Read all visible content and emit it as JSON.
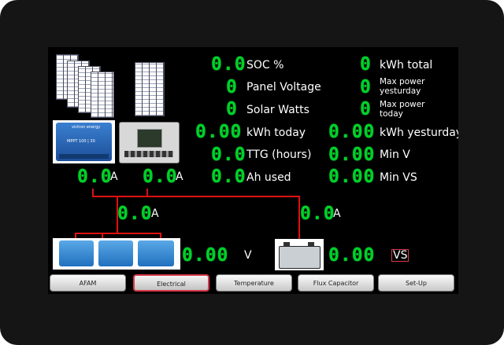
{
  "readouts": {
    "soc": {
      "value": "0.0",
      "label": "SOC %"
    },
    "panel_voltage": {
      "value": "0",
      "label": "Panel Voltage"
    },
    "solar_watts": {
      "value": "0",
      "label": "Solar Watts"
    },
    "kwh_today": {
      "value": "0.00",
      "label": "kWh today"
    },
    "ttg": {
      "value": "0.0",
      "label": "TTG (hours)"
    },
    "ah_used": {
      "value": "0.0",
      "label": "Ah used"
    },
    "kwh_total": {
      "value": "0",
      "label": "kWh total"
    },
    "max_power_yesterday": {
      "value": "0",
      "label_line1": "Max power",
      "label_line2": "yesturday"
    },
    "max_power_today": {
      "value": "0",
      "label_line1": "Max power",
      "label_line2": "today"
    },
    "kwh_yesterday": {
      "value": "0.00",
      "label": "kWh yesturday"
    },
    "min_v": {
      "value": "0.00",
      "label": "Min V"
    },
    "min_vs": {
      "value": "0.00",
      "label": "Min VS"
    }
  },
  "flow": {
    "controller1_current": {
      "value": "0.0",
      "unit": "A"
    },
    "controller2_current": {
      "value": "0.0",
      "unit": "A"
    },
    "bank_current": {
      "value": "0.0",
      "unit": "A"
    },
    "starter_current": {
      "value": "0.0",
      "unit": "A"
    },
    "bank_voltage": {
      "value": "0.00",
      "unit": "V"
    },
    "starter_voltage": {
      "value": "0.00",
      "unit": "VS"
    }
  },
  "device_labels": {
    "controller_brand": "victron energy",
    "controller_model": "MPPT 100 | 30"
  },
  "tabs": [
    {
      "label": "AFAM",
      "active": false
    },
    {
      "label": "Electrical",
      "active": true
    },
    {
      "label": "Temperature",
      "active": false
    },
    {
      "label": "Flux Capacitor",
      "active": false
    },
    {
      "label": "Set-Up",
      "active": false
    }
  ],
  "colors": {
    "segment": "#00d02a",
    "wire": "#e01010",
    "active_tab_border": "#d63a4a"
  }
}
